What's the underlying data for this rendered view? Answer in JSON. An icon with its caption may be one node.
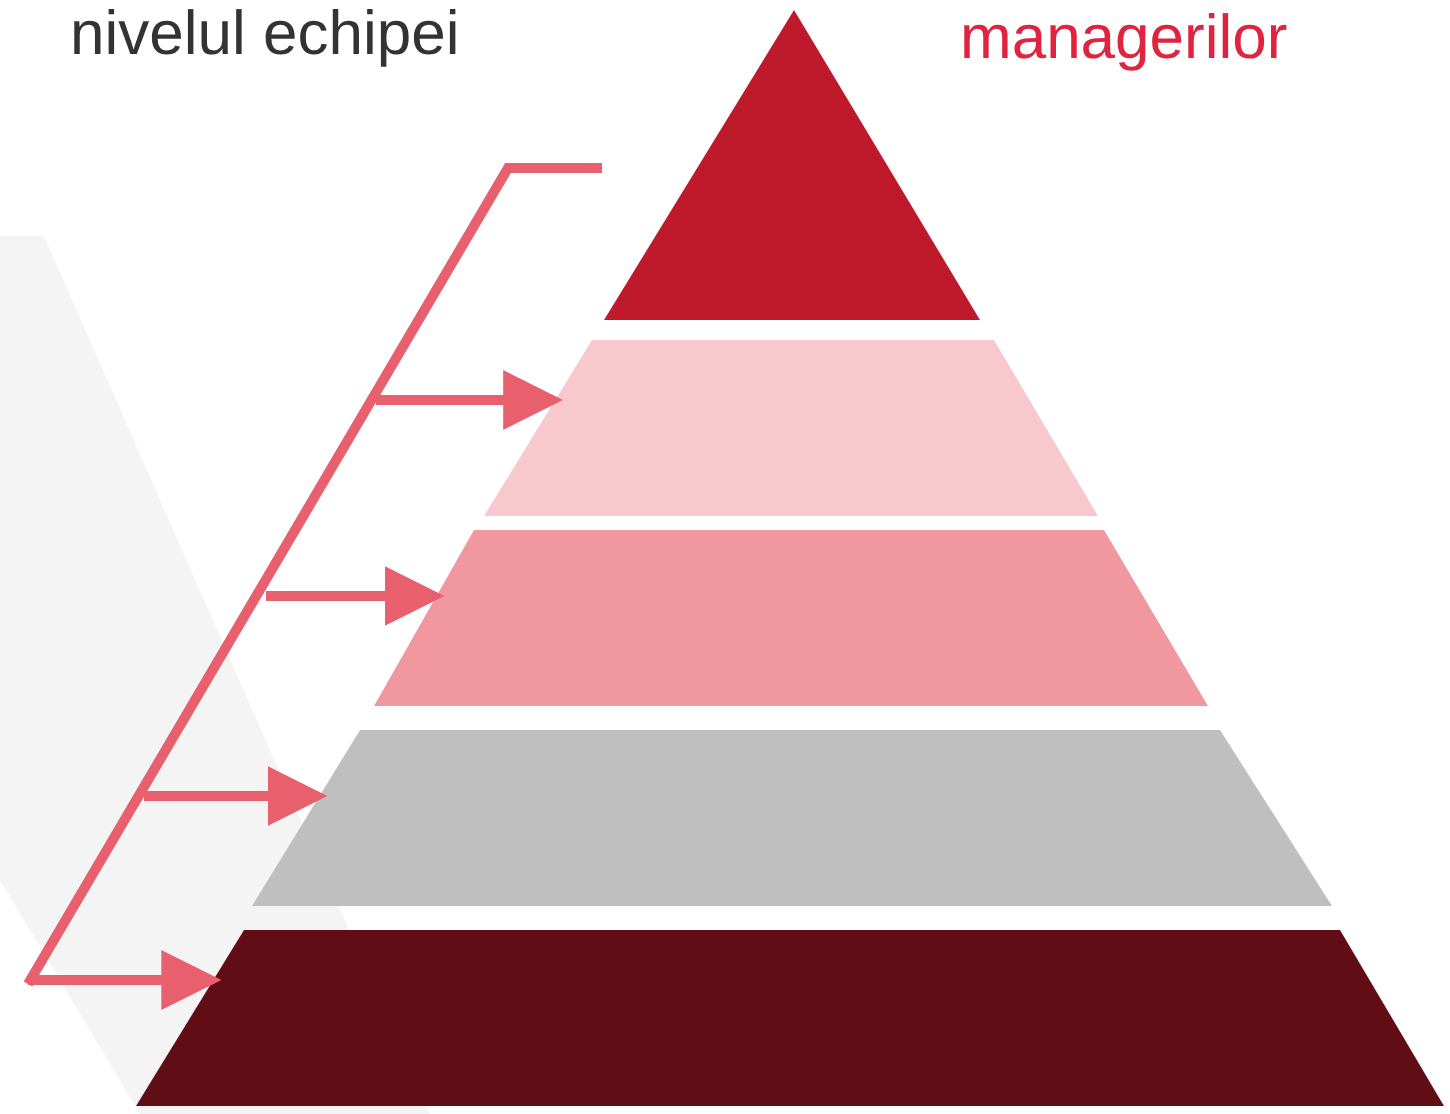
{
  "diagram": {
    "nodes": [
      {
        "text": [],
        "shape": "triangle"
      },
      {
        "text": [],
        "shape": "trapezoid"
      },
      {
        "text": [],
        "shape": "trapezoid"
      },
      {
        "text": [],
        "shape": "trapezoid"
      },
      {
        "text": [],
        "shape": "trapezoid"
      }
    ],
    "edges": [
      {
        "from": null,
        "to": 1,
        "arrow": "to"
      },
      {
        "from": null,
        "to": 2,
        "arrow": "to"
      },
      {
        "from": null,
        "to": 3,
        "arrow": "to"
      },
      {
        "from": null,
        "to": 4,
        "arrow": "to"
      }
    ],
    "labels": [
      "nivelul echipei",
      "managerilor"
    ]
  }
}
